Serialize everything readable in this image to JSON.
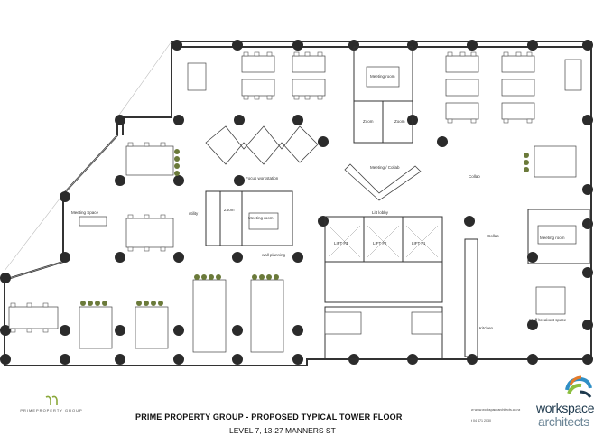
{
  "rooms": {
    "meeting_top": "Meeting room",
    "zoom1": "Zoom",
    "zoom2": "Zoom",
    "focus": "Focus workstation",
    "meeting_collab": "Meeting / Collab",
    "collab_right": "Collab",
    "meeting_space": "Meeting Space",
    "utility": "utility",
    "zoom_mid": "Zoom",
    "meeting_mid": "Meeting room",
    "lift_lobby": "Lift lobby",
    "collab_side": "Collab",
    "meeting_right": "Meeting room",
    "wall_planning": "wall planning",
    "lift3": "LIFT #3",
    "lift2": "LIFT #2",
    "lift1": "LIFT #1",
    "kitchen": "Kitchen",
    "staff_breakout": "Staff breakout space"
  },
  "footer": {
    "client_logo_text": "PRIMEPROPERTY GROUP",
    "title": "PRIME PROPERTY GROUP -  PROPOSED TYPICAL TOWER FLOOR",
    "subtitle": "LEVEL 7,  13-27 MANNERS ST",
    "web": "w   www.workspacearchitects.co.nz",
    "phone": "t   04 471 2030",
    "firm_line1": "workspace",
    "firm_line2": "architects"
  },
  "colors": {
    "wall": "#333333",
    "column": "#2b2b2b",
    "plant": "#6b7a3a",
    "brand_dark": "#1f3a4e",
    "brand_light": "#6b8596",
    "logo_orange": "#e57b2b",
    "logo_blue": "#2f8fc6",
    "logo_green": "#8cbf3f",
    "client_green": "#8aa83a"
  }
}
